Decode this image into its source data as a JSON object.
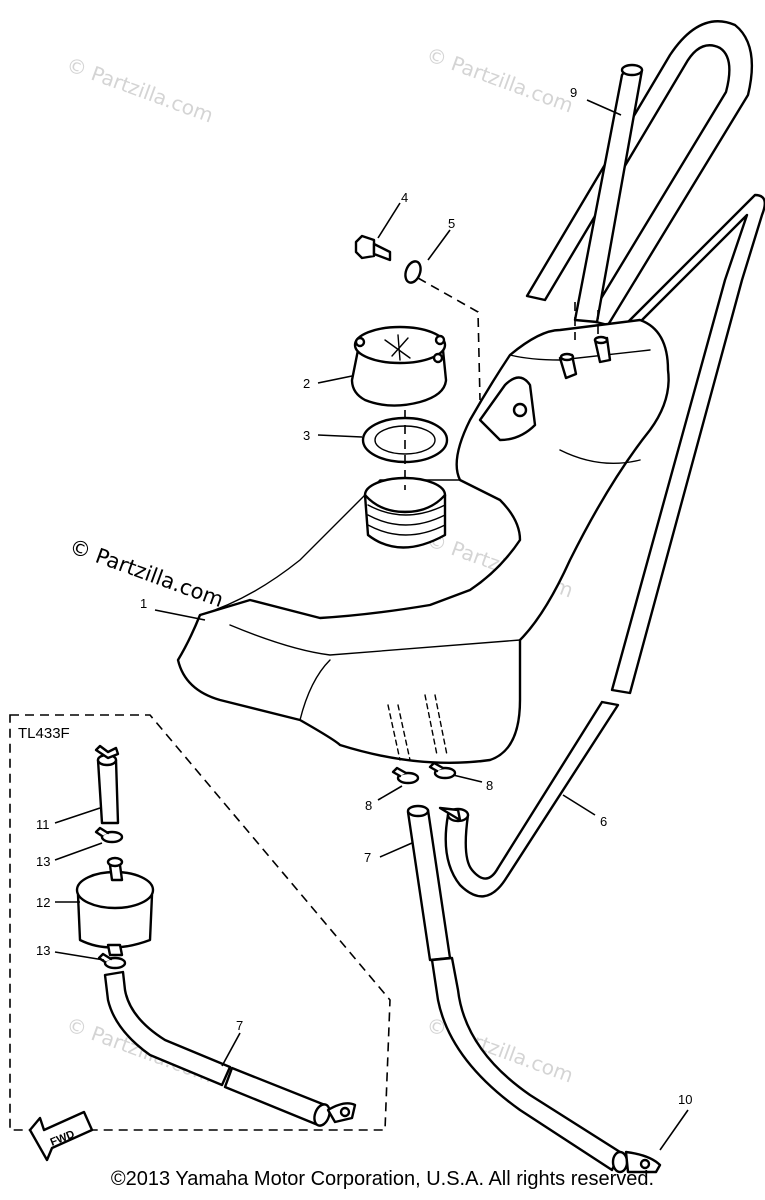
{
  "diagram": {
    "watermark": "© Partzilla.com",
    "kit_label": "TL433F",
    "fwd_label": "FWD",
    "callouts": {
      "c1": "1",
      "c2": "2",
      "c3": "3",
      "c4": "4",
      "c5": "5",
      "c6": "6",
      "c7a": "7",
      "c7b": "7",
      "c8a": "8",
      "c8b": "8",
      "c9": "9",
      "c10": "10",
      "c11": "11",
      "c12": "12",
      "c13a": "13",
      "c13b": "13"
    }
  },
  "copyright": "©2013  Yamaha Motor Corporation, U.S.A. All rights reserved."
}
